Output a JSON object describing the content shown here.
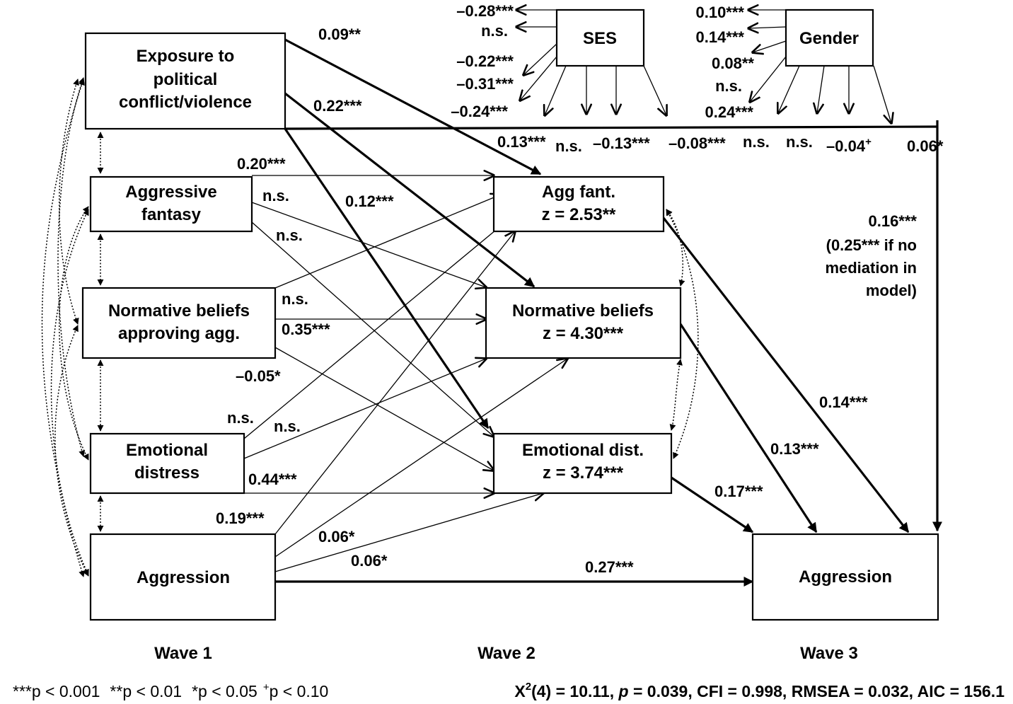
{
  "nodes": {
    "exposure": [
      "Exposure to",
      "political",
      "conflict/violence"
    ],
    "w1_fantasy": [
      "Aggressive",
      "fantasy"
    ],
    "w1_beliefs": [
      "Normative beliefs",
      "approving agg."
    ],
    "w1_distress": [
      "Emotional",
      "distress"
    ],
    "w1_aggression": [
      "Aggression"
    ],
    "w2_fantasy": [
      "Agg fant.",
      "z = 2.53**"
    ],
    "w2_beliefs": [
      "Normative beliefs",
      "z = 4.30***"
    ],
    "w2_distress": [
      "Emotional dist.",
      "z = 3.74***"
    ],
    "w3_aggression": [
      "Aggression"
    ],
    "ses": [
      "SES"
    ],
    "gender": [
      "Gender"
    ]
  },
  "coefficients": {
    "exp_to_agf": "0.09**",
    "exp_to_norm": "0.22***",
    "exp_to_emo": "0.12***",
    "exp_to_agg3": "0.13***",
    "fan_to_agf": "0.20***",
    "fan_to_norm": "n.s.",
    "fan_to_emo": "n.s.",
    "nb_to_agf": "n.s.",
    "nb_to_norm": "0.35***",
    "nb_to_emo": "–0.05*",
    "ed_to_agf": "n.s.",
    "ed_to_norm": "n.s.",
    "ed_to_emo": "0.44***",
    "ag_to_agf": "0.19***",
    "ag_to_norm": "0.06*",
    "ag_to_emo": "0.06*",
    "ag_to_agg3": "0.27***",
    "agf_to_agg3": "0.14***",
    "norm_to_agg3": "0.13***",
    "emo_to_agg3": "0.17***",
    "direct_line1": "0.16***",
    "direct_line2": "(0.25*** if no",
    "direct_line3": "mediation in",
    "direct_line4": "model)"
  },
  "ses_coefficients": [
    "–0.28***",
    "n.s.",
    "–0.22***",
    "–0.31***",
    "–0.24***"
  ],
  "gender_coefficients": [
    "0.10***",
    "0.14***",
    "0.08**",
    "n.s.",
    "0.24***"
  ],
  "control_row": [
    "n.s.",
    "–0.13***",
    "–0.08***",
    "n.s.",
    "n.s.",
    "–0.04",
    "0.06*"
  ],
  "plus_sign": "+",
  "waves": [
    "Wave 1",
    "Wave 2",
    "Wave 3"
  ],
  "footnote": {
    "p001": "***p < 0.001",
    "p01": "**p < 0.01",
    "p05": "*p < 0.05",
    "plus": "+",
    "p10": "p < 0.10",
    "chi_sym": "X",
    "chi_sup": "2",
    "chi_rest": "(4) = 10.11, ",
    "p_italic": "p",
    "fit_rest": " = 0.039, CFI = 0.998, RMSEA = 0.032, AIC = 156.1"
  }
}
